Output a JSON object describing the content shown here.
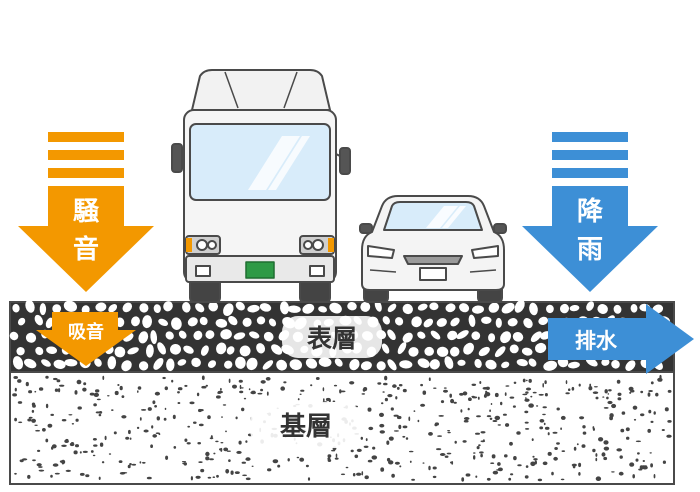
{
  "labels": {
    "noise": [
      "騒",
      "音"
    ],
    "rain": [
      "降",
      "雨"
    ],
    "absorb": "吸音",
    "drain": "排水",
    "surface_layer": "表層",
    "base_layer": "基層"
  },
  "colors": {
    "orange": "#f39800",
    "blue": "#3d8fd6",
    "outline": "#4a4a4a",
    "layer_bg": "#ffffff",
    "pebble": "#333333",
    "speck": "#444444",
    "plate_green": "#2e9a46"
  },
  "icons": {
    "truck": "truck-front-icon",
    "car": "car-front-icon"
  }
}
